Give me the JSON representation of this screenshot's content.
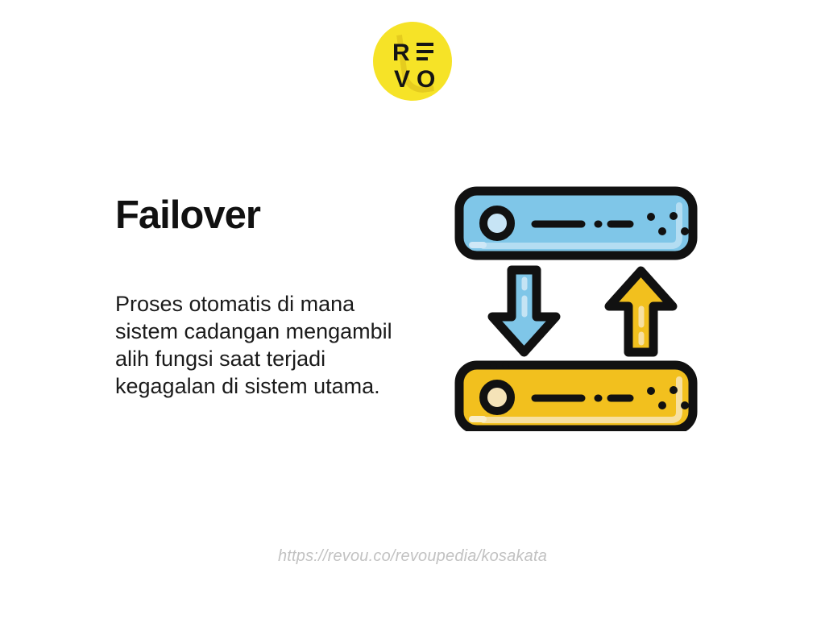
{
  "brand": {
    "logo_name": "revou-logo",
    "logo_letters": [
      "R",
      "E",
      "V",
      "O"
    ],
    "logo_color": "#F6E327",
    "logo_text_color": "#141414"
  },
  "content": {
    "title": "Failover",
    "description_lines": [
      "Proses otomatis di mana",
      "sistem cadangan mengambil",
      "alih fungsi saat terjadi",
      "kegagalan di sistem utama."
    ],
    "description_full": "Proses otomatis di mana sistem cadangan mengambil alih fungsi saat terjadi kegagalan di sistem utama."
  },
  "footer": {
    "url": "https://revou.co/revoupedia/kosakata"
  },
  "illustration": {
    "name": "failover-servers-diagram",
    "primary_server": {
      "name": "server-primary-blue",
      "fill": "#7FC6E8",
      "highlight": "#B4DDF2",
      "outline": "#111111",
      "led": "led-indicator",
      "led_fill": "#C7E4F5"
    },
    "backup_server": {
      "name": "server-backup-yellow",
      "fill": "#F2C01E",
      "highlight": "#F7E0A1",
      "outline": "#111111",
      "led": "led-indicator",
      "led_fill": "#F5E3B8"
    },
    "arrow_down": {
      "name": "arrow-down-icon",
      "fill": "#7FC6E8",
      "dash": "#C5E4F4",
      "direction": "down"
    },
    "arrow_up": {
      "name": "arrow-up-icon",
      "fill": "#F2C01E",
      "dash": "#F7E0A1",
      "direction": "up"
    }
  },
  "palette": {
    "background": "#FFFFFF",
    "text": "#111111",
    "muted": "#C2C2C2",
    "blue": "#7FC6E8",
    "yellow": "#F2C01E",
    "logo_yellow": "#F6E327"
  }
}
